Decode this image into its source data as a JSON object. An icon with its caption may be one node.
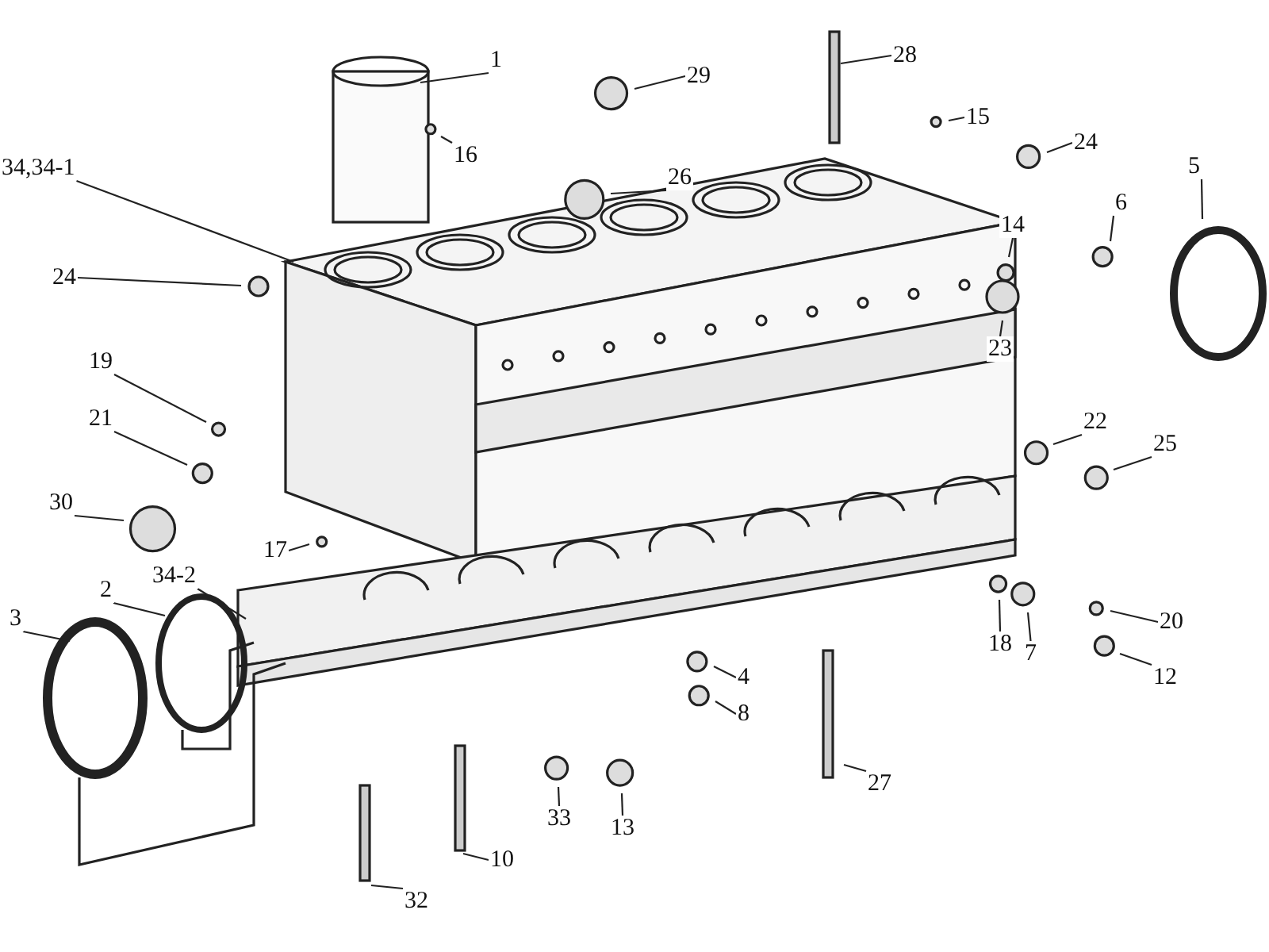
{
  "diagram": {
    "nodes": [
      {
        "text": [
          "34,34-1"
        ]
      },
      {
        "text": [
          "1"
        ]
      },
      {
        "text": [
          "28"
        ]
      },
      {
        "text": [
          "29"
        ]
      },
      {
        "text": [
          "15"
        ]
      },
      {
        "text": [
          "24"
        ]
      },
      {
        "text": [
          "5"
        ]
      },
      {
        "text": [
          "16"
        ]
      },
      {
        "text": [
          "26"
        ]
      },
      {
        "text": [
          "6"
        ]
      },
      {
        "text": [
          "14"
        ]
      },
      {
        "text": [
          "24"
        ]
      },
      {
        "text": [
          "23"
        ]
      },
      {
        "text": [
          "19"
        ]
      },
      {
        "text": [
          "21"
        ]
      },
      {
        "text": [
          "22"
        ]
      },
      {
        "text": [
          "25"
        ]
      },
      {
        "text": [
          "30"
        ]
      },
      {
        "text": [
          "17"
        ]
      },
      {
        "text": [
          "34-2"
        ]
      },
      {
        "text": [
          "2"
        ]
      },
      {
        "text": [
          "3"
        ]
      },
      {
        "text": [
          "20"
        ]
      },
      {
        "text": [
          "18"
        ]
      },
      {
        "text": [
          "7"
        ]
      },
      {
        "text": [
          "4"
        ]
      },
      {
        "text": [
          "12"
        ]
      },
      {
        "text": [
          "8"
        ]
      },
      {
        "text": [
          "27"
        ]
      },
      {
        "text": [
          "33"
        ]
      },
      {
        "text": [
          "13"
        ]
      },
      {
        "text": [
          "10"
        ]
      },
      {
        "text": [
          "32"
        ]
      }
    ],
    "edges": [
      {
        "from": 0,
        "to": null,
        "arrow": "none"
      },
      {
        "from": 1,
        "to": null,
        "arrow": "none"
      },
      {
        "from": 2,
        "to": null,
        "arrow": "none"
      },
      {
        "from": 3,
        "to": null,
        "arrow": "none"
      },
      {
        "from": 4,
        "to": null,
        "arrow": "none"
      },
      {
        "from": 5,
        "to": null,
        "arrow": "none"
      },
      {
        "from": 6,
        "to": null,
        "arrow": "none"
      },
      {
        "from": 7,
        "to": null,
        "arrow": "none"
      },
      {
        "from": 8,
        "to": null,
        "arrow": "none"
      },
      {
        "from": 9,
        "to": null,
        "arrow": "none"
      },
      {
        "from": 10,
        "to": null,
        "arrow": "none"
      },
      {
        "from": 11,
        "to": null,
        "arrow": "none"
      },
      {
        "from": 12,
        "to": null,
        "arrow": "none"
      },
      {
        "from": 13,
        "to": null,
        "arrow": "none"
      },
      {
        "from": 14,
        "to": null,
        "arrow": "none"
      },
      {
        "from": 15,
        "to": null,
        "arrow": "none"
      },
      {
        "from": 16,
        "to": null,
        "arrow": "none"
      },
      {
        "from": 17,
        "to": null,
        "arrow": "none"
      },
      {
        "from": 18,
        "to": null,
        "arrow": "none"
      },
      {
        "from": 19,
        "to": null,
        "arrow": "none"
      },
      {
        "from": 20,
        "to": null,
        "arrow": "none"
      },
      {
        "from": 21,
        "to": null,
        "arrow": "none"
      },
      {
        "from": 22,
        "to": null,
        "arrow": "none"
      },
      {
        "from": 23,
        "to": null,
        "arrow": "none"
      },
      {
        "from": 24,
        "to": null,
        "arrow": "none"
      },
      {
        "from": 25,
        "to": null,
        "arrow": "none"
      },
      {
        "from": 26,
        "to": null,
        "arrow": "none"
      },
      {
        "from": 27,
        "to": null,
        "arrow": "none"
      },
      {
        "from": 28,
        "to": null,
        "arrow": "none"
      },
      {
        "from": 29,
        "to": null,
        "arrow": "none"
      },
      {
        "from": 30,
        "to": null,
        "arrow": "none"
      },
      {
        "from": 31,
        "to": null,
        "arrow": "none"
      },
      {
        "from": 32,
        "to": null,
        "arrow": "none"
      }
    ]
  }
}
